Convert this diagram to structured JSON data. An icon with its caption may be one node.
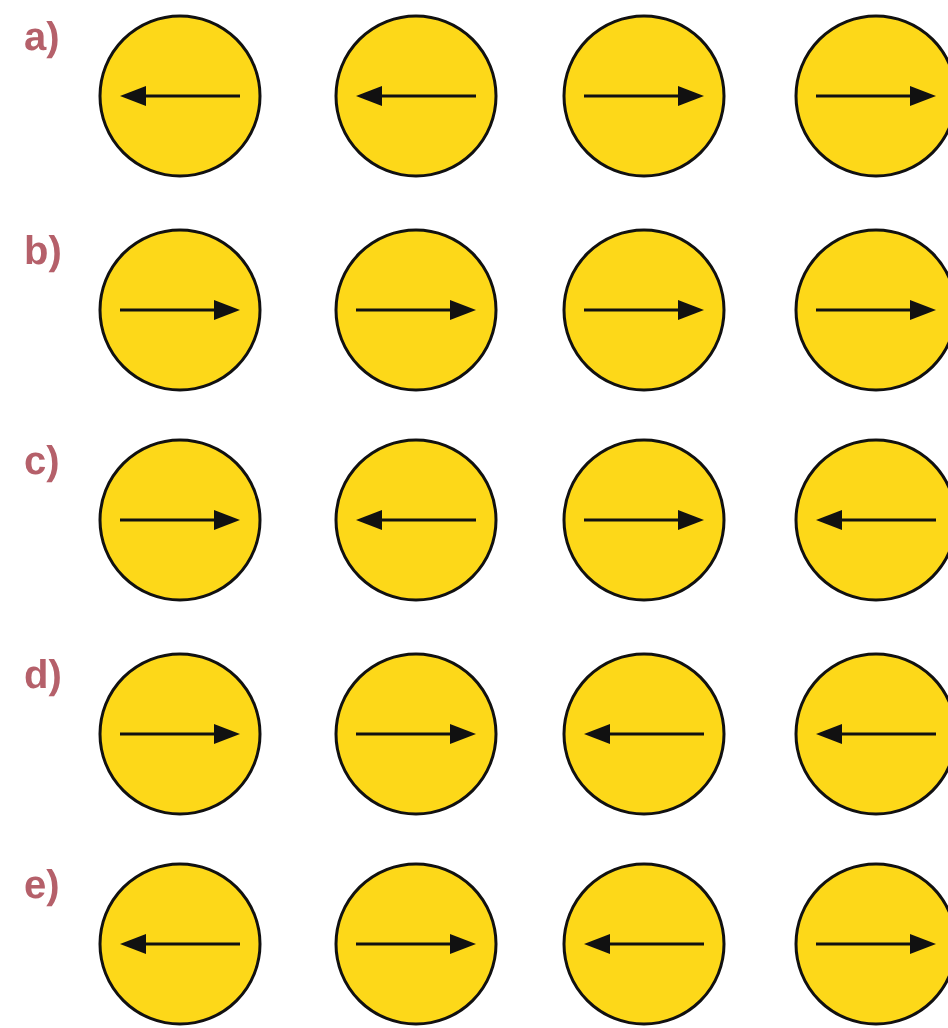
{
  "diagram": {
    "nodes": [
      {
        "text": [],
        "shape": "circle"
      },
      {
        "text": [],
        "shape": "circle"
      },
      {
        "text": [],
        "shape": "circle"
      },
      {
        "text": [],
        "shape": "circle"
      },
      {
        "text": [],
        "shape": "circle"
      },
      {
        "text": [],
        "shape": "circle"
      },
      {
        "text": [],
        "shape": "circle"
      },
      {
        "text": [],
        "shape": "circle"
      },
      {
        "text": [],
        "shape": "circle"
      },
      {
        "text": [],
        "shape": "circle"
      },
      {
        "text": [],
        "shape": "circle"
      },
      {
        "text": [],
        "shape": "circle"
      },
      {
        "text": [],
        "shape": "circle"
      },
      {
        "text": [],
        "shape": "circle"
      },
      {
        "text": [],
        "shape": "circle"
      },
      {
        "text": [],
        "shape": "circle"
      },
      {
        "text": [],
        "shape": "circle"
      },
      {
        "text": [],
        "shape": "circle"
      },
      {
        "text": [],
        "shape": "circle"
      },
      {
        "text": [],
        "shape": "circle"
      }
    ],
    "labels": [
      "a)",
      "b)",
      "c)",
      "d)",
      "e)"
    ]
  }
}
